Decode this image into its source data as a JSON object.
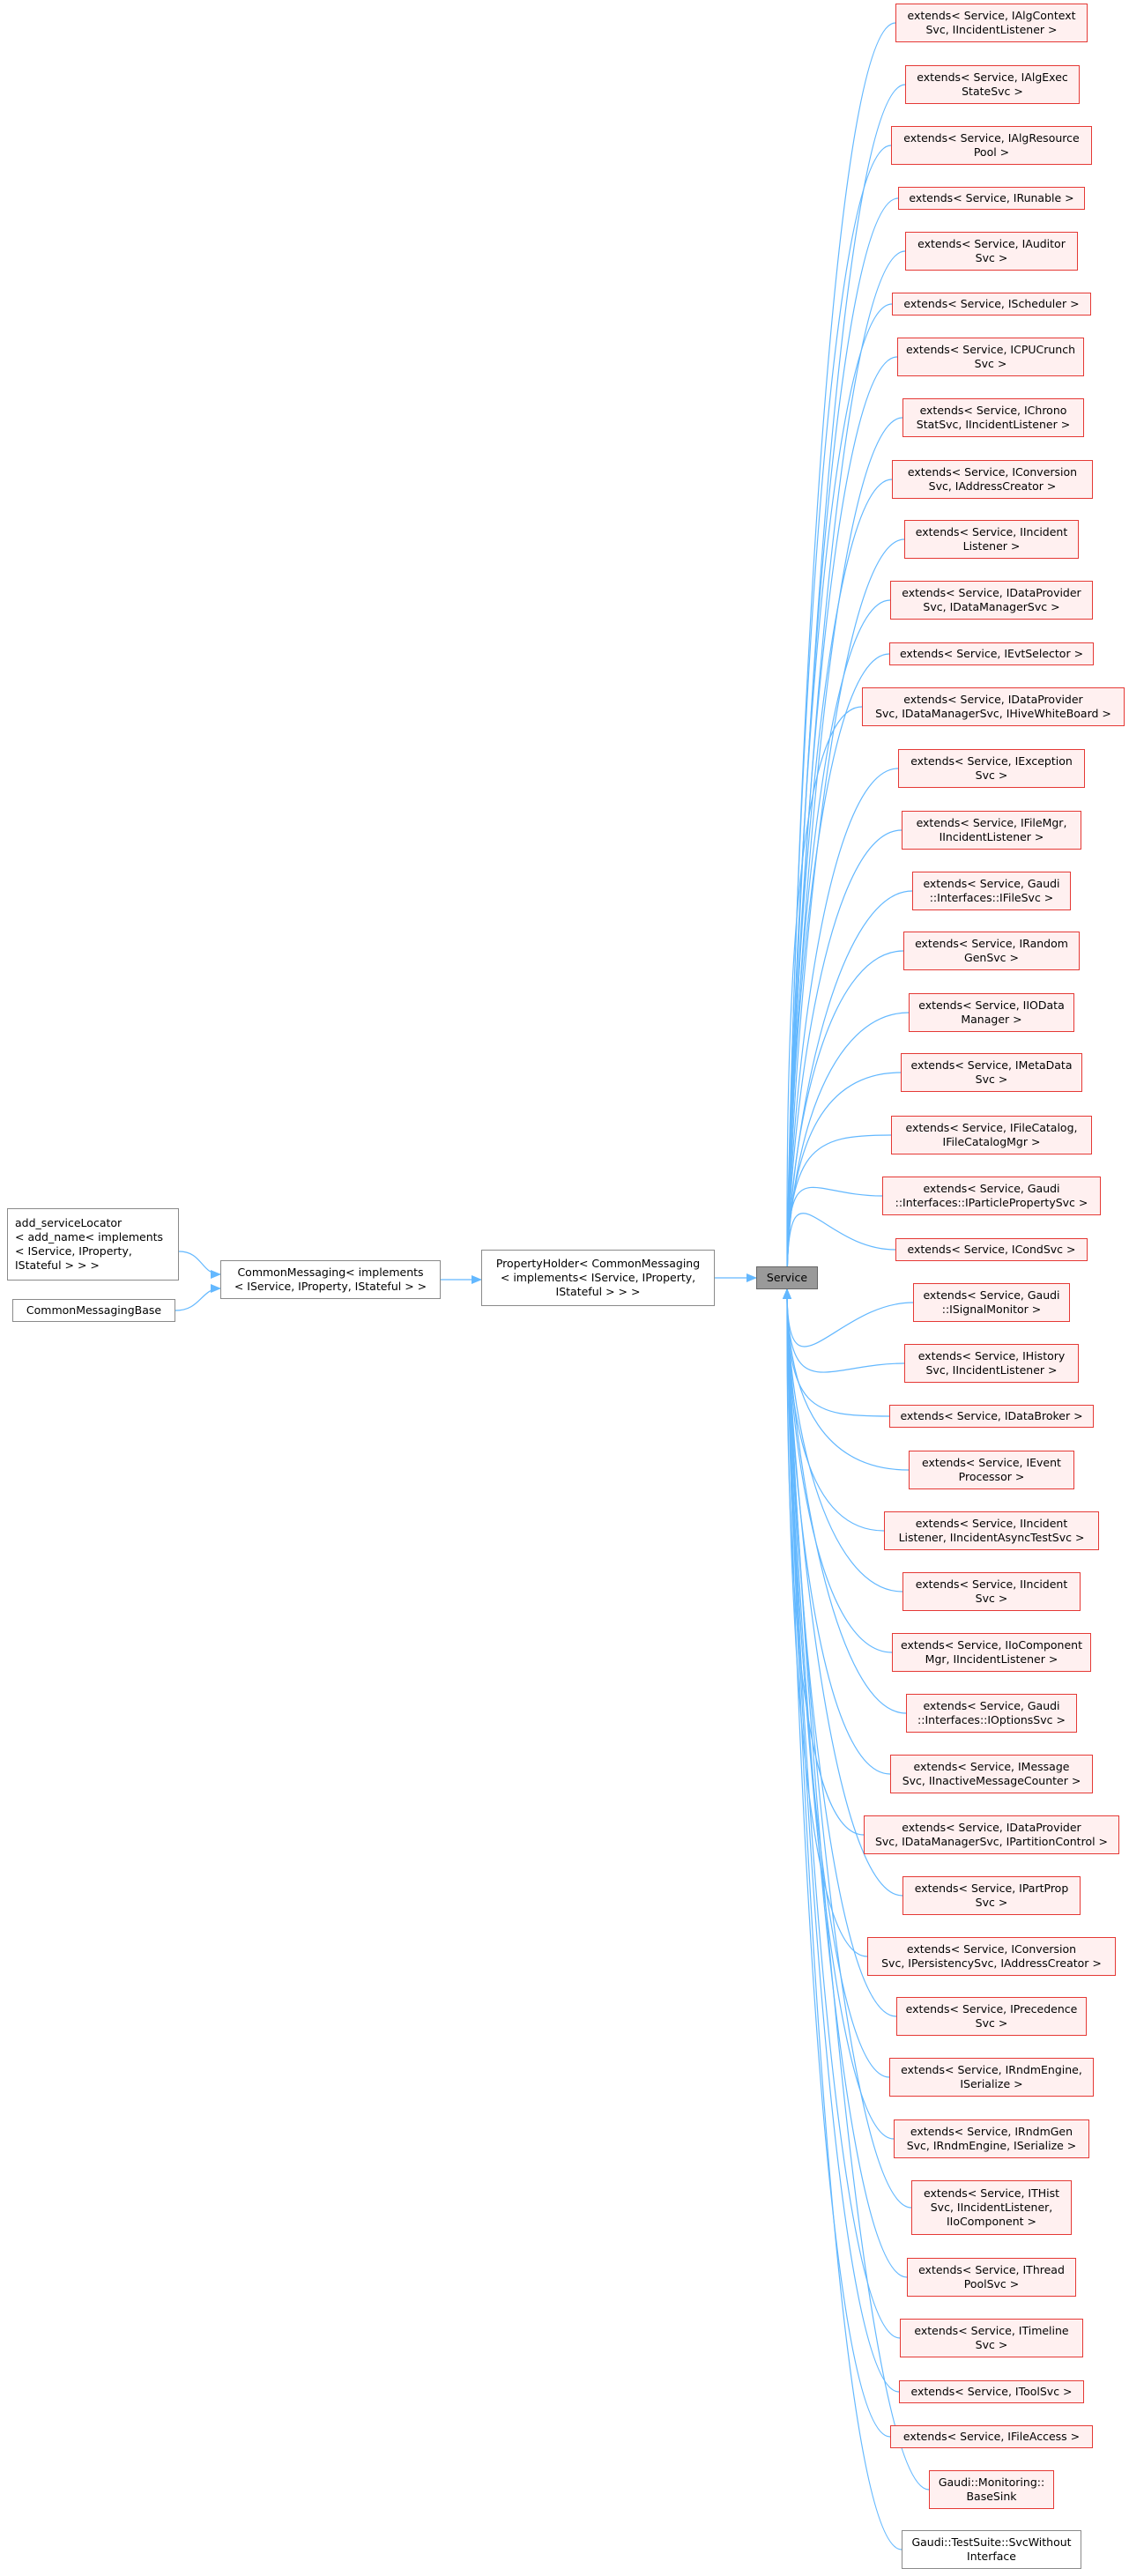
{
  "center": {
    "name": "Service"
  },
  "ancestors": [
    {
      "id": "add-service-locator",
      "label": "add_serviceLocator\n< add_name< implements\n< IService, IProperty,\n IStateful > > >",
      "parent": "common-messaging"
    },
    {
      "id": "common-messaging-base",
      "label": "CommonMessagingBase",
      "parent": "common-messaging"
    },
    {
      "id": "common-messaging",
      "label": "CommonMessaging< implements\n< IService, IProperty, IStateful > >",
      "parent": "property-holder"
    },
    {
      "id": "property-holder",
      "label": "PropertyHolder< CommonMessaging\n< implements< IService, IProperty,\n IStateful > > >",
      "parent": "service"
    }
  ],
  "derived": [
    {
      "label": "extends< Service, IAlgContext\nSvc, IIncidentListener >",
      "style": "red"
    },
    {
      "label": "extends< Service, IAlgExec\nStateSvc >",
      "style": "red"
    },
    {
      "label": "extends< Service, IAlgResource\nPool >",
      "style": "red"
    },
    {
      "label": "extends< Service, IRunable >",
      "style": "red"
    },
    {
      "label": "extends< Service, IAuditor\nSvc >",
      "style": "red"
    },
    {
      "label": "extends< Service, IScheduler >",
      "style": "red"
    },
    {
      "label": "extends< Service, ICPUCrunch\nSvc >",
      "style": "red"
    },
    {
      "label": "extends< Service, IChrono\nStatSvc, IIncidentListener >",
      "style": "red"
    },
    {
      "label": "extends< Service, IConversion\nSvc, IAddressCreator >",
      "style": "red"
    },
    {
      "label": "extends< Service, IIncident\nListener >",
      "style": "red"
    },
    {
      "label": "extends< Service, IDataProvider\nSvc, IDataManagerSvc >",
      "style": "red"
    },
    {
      "label": "extends< Service, IEvtSelector >",
      "style": "red"
    },
    {
      "label": "extends< Service, IDataProvider\nSvc, IDataManagerSvc, IHiveWhiteBoard >",
      "style": "red"
    },
    {
      "label": "extends< Service, IException\nSvc >",
      "style": "red"
    },
    {
      "label": "extends< Service, IFileMgr,\nIIncidentListener >",
      "style": "red"
    },
    {
      "label": "extends< Service, Gaudi\n::Interfaces::IFileSvc >",
      "style": "red"
    },
    {
      "label": "extends< Service, IRandom\nGenSvc >",
      "style": "red"
    },
    {
      "label": "extends< Service, IIOData\nManager >",
      "style": "red"
    },
    {
      "label": "extends< Service, IMetaData\nSvc >",
      "style": "red"
    },
    {
      "label": "extends< Service, IFileCatalog,\nIFileCatalogMgr >",
      "style": "red"
    },
    {
      "label": "extends< Service, Gaudi\n::Interfaces::IParticlePropertySvc >",
      "style": "red"
    },
    {
      "label": "extends< Service, ICondSvc >",
      "style": "red"
    },
    {
      "label": "extends< Service, Gaudi\n::ISignalMonitor >",
      "style": "red"
    },
    {
      "label": "extends< Service, IHistory\nSvc, IIncidentListener >",
      "style": "red"
    },
    {
      "label": "extends< Service, IDataBroker >",
      "style": "red"
    },
    {
      "label": "extends< Service, IEvent\nProcessor >",
      "style": "red"
    },
    {
      "label": "extends< Service, IIncident\nListener, IIncidentAsyncTestSvc >",
      "style": "red"
    },
    {
      "label": "extends< Service, IIncident\nSvc >",
      "style": "red"
    },
    {
      "label": "extends< Service, IIoComponent\nMgr, IIncidentListener >",
      "style": "red"
    },
    {
      "label": "extends< Service, Gaudi\n::Interfaces::IOptionsSvc >",
      "style": "red"
    },
    {
      "label": "extends< Service, IMessage\nSvc, IInactiveMessageCounter >",
      "style": "red"
    },
    {
      "label": "extends< Service, IDataProvider\nSvc, IDataManagerSvc, IPartitionControl >",
      "style": "red"
    },
    {
      "label": "extends< Service, IPartProp\nSvc >",
      "style": "red"
    },
    {
      "label": "extends< Service, IConversion\nSvc, IPersistencySvc, IAddressCreator >",
      "style": "red"
    },
    {
      "label": "extends< Service, IPrecedence\nSvc >",
      "style": "red"
    },
    {
      "label": "extends< Service, IRndmEngine,\nISerialize >",
      "style": "red"
    },
    {
      "label": "extends< Service, IRndmGen\nSvc, IRndmEngine, ISerialize >",
      "style": "red"
    },
    {
      "label": "extends< Service, ITHist\nSvc, IIncidentListener,\nIIoComponent >",
      "style": "red"
    },
    {
      "label": "extends< Service, IThread\nPoolSvc >",
      "style": "red"
    },
    {
      "label": "extends< Service, ITimeline\nSvc >",
      "style": "red"
    },
    {
      "label": "extends< Service, IToolSvc >",
      "style": "red"
    },
    {
      "label": "extends< Service, IFileAccess >",
      "style": "red"
    },
    {
      "label": "Gaudi::Monitoring::\nBaseSink",
      "style": "red"
    },
    {
      "label": "Gaudi::TestSuite::SvcWithout\nInterface",
      "style": "gray"
    }
  ],
  "colors": {
    "edge": "#63b8ff",
    "red_border": "#e53935",
    "red_fill": "#fff0f0",
    "gray_border": "#8a8a8a",
    "center_fill": "#9a9a9a"
  }
}
